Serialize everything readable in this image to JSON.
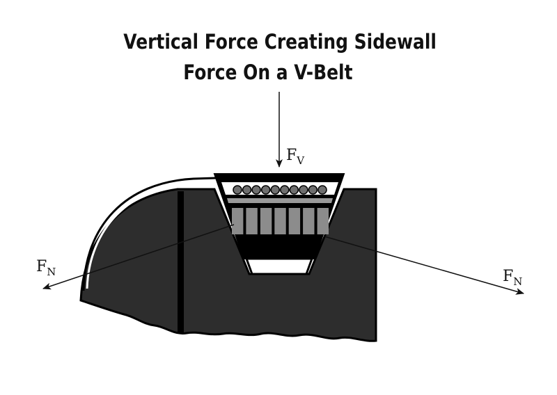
{
  "diagram": {
    "title_line_1": "Vertical Force Creating Sidewall",
    "title_line_2": "Force On a V-Belt",
    "forces": {
      "vertical": {
        "symbol": "F",
        "subscript": "V"
      },
      "normal_left": {
        "symbol": "F",
        "subscript": "N"
      },
      "normal_right": {
        "symbol": "F",
        "subscript": "N"
      }
    },
    "colors": {
      "pulley_body": "#2d2d2d",
      "outline": "#000000",
      "belt_cord": "#6f6f6f",
      "belt_compression_section": "#8c8c8c",
      "belt_band": "#9a9a9a",
      "background": "#ffffff"
    },
    "belt_cord_count": 10,
    "belt_rib_count": 7
  }
}
